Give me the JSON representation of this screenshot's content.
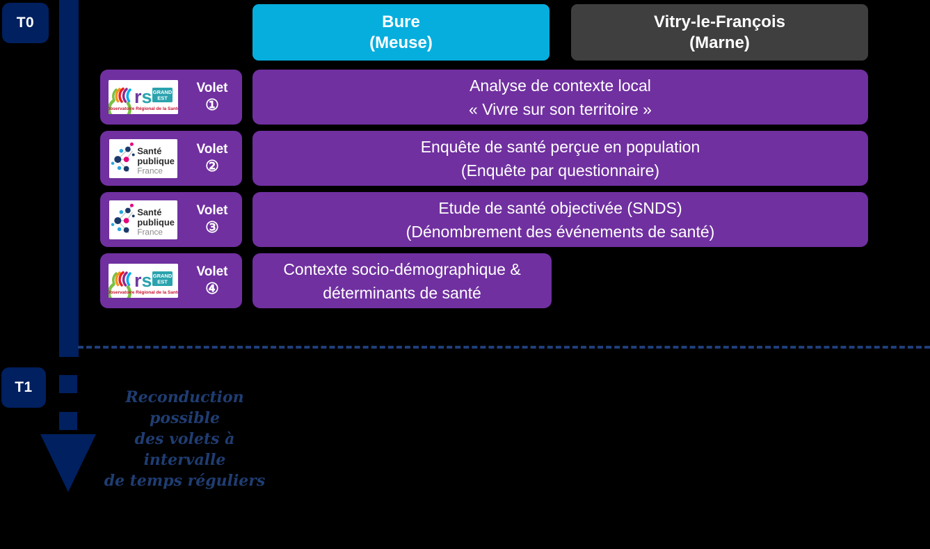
{
  "timeline": {
    "start_label": "T0",
    "end_label": "T1",
    "note": "Reconduction possible des volets à intervalle de temps réguliers",
    "note_lines": [
      "Reconduction possible",
      "des volets à intervalle",
      "de temps réguliers"
    ],
    "rail_color": "#002060",
    "dashed_separator_color": "#1f3f7a"
  },
  "sites": [
    {
      "id": "bure",
      "name": "Bure",
      "department": "(Meuse)",
      "color": "#06AEDE"
    },
    {
      "id": "vitry",
      "name": "Vitry-le-François",
      "department": "(Marne)",
      "color": "#3f3f3f"
    }
  ],
  "volet_word": "Volet",
  "accent_purple": "#7030A0",
  "volets": [
    {
      "number": "①",
      "organisation": "ors-grand-est",
      "org_name": "ORS Grand Est",
      "org_tagline": "Observatoire Régional de la Santé",
      "title_lines": [
        "Analyse de contexte local",
        "« Vivre sur son territoire »"
      ],
      "span": "wide"
    },
    {
      "number": "②",
      "organisation": "sante-publique-france",
      "org_name": "Santé publique France",
      "org_tagline": "",
      "title_lines": [
        "Enquête de santé perçue en population",
        "(Enquête par questionnaire)"
      ],
      "span": "wide"
    },
    {
      "number": "③",
      "organisation": "sante-publique-france",
      "org_name": "Santé publique France",
      "org_tagline": "",
      "title_lines": [
        "Etude de santé objectivée (SNDS)",
        "(Dénombrement des événements de santé)"
      ],
      "span": "wide"
    },
    {
      "number": "④",
      "organisation": "ors-grand-est",
      "org_name": "ORS Grand Est",
      "org_tagline": "Observatoire Régional de la Santé",
      "title_lines": [
        "Contexte socio-démographique &",
        "déterminants de santé"
      ],
      "span": "narrow"
    }
  ],
  "logos": {
    "ors": {
      "word": "rs",
      "badge_line1": "GRAND",
      "badge_line2": "EST",
      "tagline": "Observatoire Régional de la Santé",
      "badge_color": "#2AA3AE",
      "tagline_color": "#C8102E"
    },
    "spf": {
      "line1": "Santé",
      "line2": "publique",
      "line3": "France",
      "dark": "#1B3A6B",
      "accent": "#E5007D",
      "light": "#2AA7E0",
      "gray": "#8A8A8A"
    }
  }
}
